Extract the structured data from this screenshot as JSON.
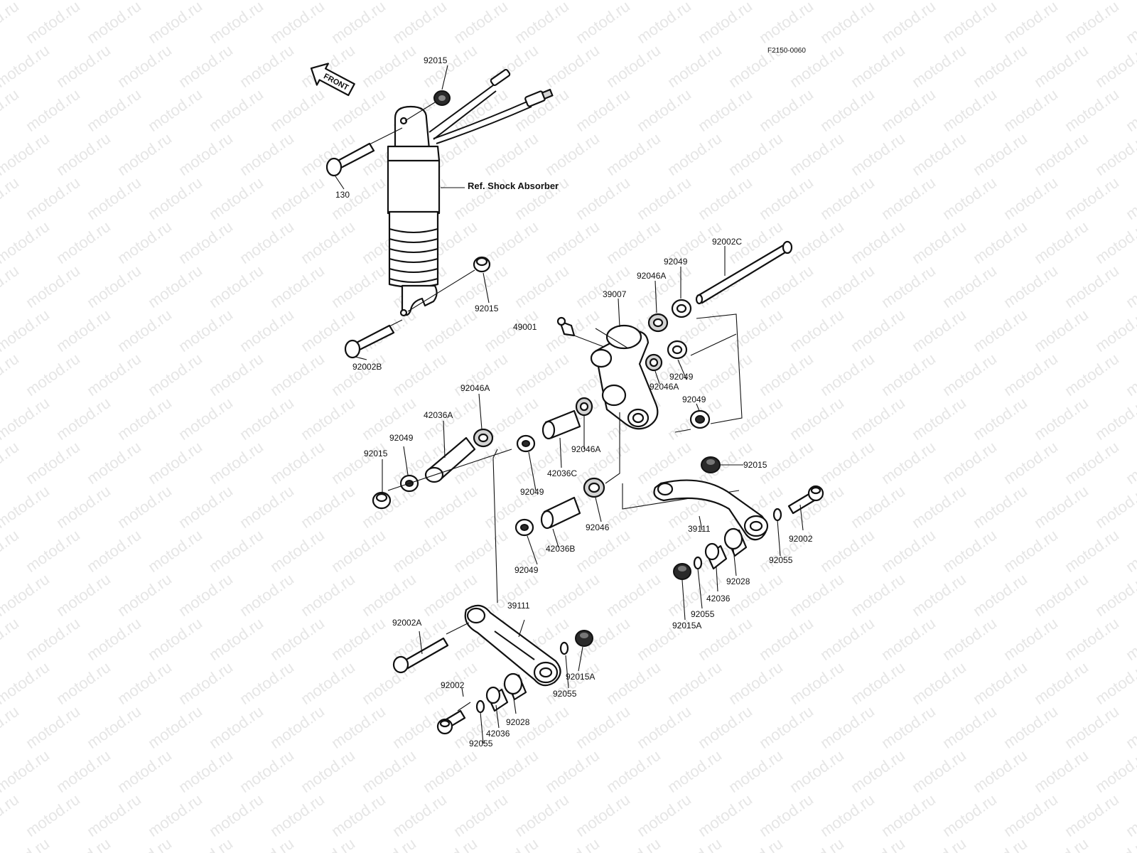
{
  "diagram_code": "F2150-0060",
  "front_label": "FRONT",
  "ref_label": "Ref. Shock Absorber",
  "callouts": [
    {
      "id": "c1",
      "text": "92015"
    },
    {
      "id": "c2",
      "text": "130"
    },
    {
      "id": "c3",
      "text": "92015"
    },
    {
      "id": "c4",
      "text": "92002B"
    },
    {
      "id": "c5",
      "text": "92002C"
    },
    {
      "id": "c6",
      "text": "92049"
    },
    {
      "id": "c7",
      "text": "92046A"
    },
    {
      "id": "c8",
      "text": "39007"
    },
    {
      "id": "c9",
      "text": "49001"
    },
    {
      "id": "c10",
      "text": "92049"
    },
    {
      "id": "c11",
      "text": "92046A"
    },
    {
      "id": "c12",
      "text": "92049"
    },
    {
      "id": "c13",
      "text": "92046A"
    },
    {
      "id": "c14",
      "text": "42036A"
    },
    {
      "id": "c15",
      "text": "92049"
    },
    {
      "id": "c16",
      "text": "92015"
    },
    {
      "id": "c17",
      "text": "42036C"
    },
    {
      "id": "c18",
      "text": "92046A"
    },
    {
      "id": "c19",
      "text": "92049"
    },
    {
      "id": "c20",
      "text": "92046"
    },
    {
      "id": "c21",
      "text": "42036B"
    },
    {
      "id": "c22",
      "text": "92049"
    },
    {
      "id": "c23",
      "text": "92015"
    },
    {
      "id": "c24",
      "text": "39111"
    },
    {
      "id": "c25",
      "text": "92002"
    },
    {
      "id": "c26",
      "text": "92055"
    },
    {
      "id": "c27",
      "text": "92028"
    },
    {
      "id": "c28",
      "text": "42036"
    },
    {
      "id": "c29",
      "text": "92055"
    },
    {
      "id": "c30",
      "text": "92015A"
    },
    {
      "id": "c31",
      "text": "92002A"
    },
    {
      "id": "c32",
      "text": "39111"
    },
    {
      "id": "c33",
      "text": "92015A"
    },
    {
      "id": "c34",
      "text": "92055"
    },
    {
      "id": "c35",
      "text": "92002"
    },
    {
      "id": "c36",
      "text": "92028"
    },
    {
      "id": "c37",
      "text": "42036"
    },
    {
      "id": "c38",
      "text": "92055"
    }
  ],
  "watermark": "motod.ru"
}
